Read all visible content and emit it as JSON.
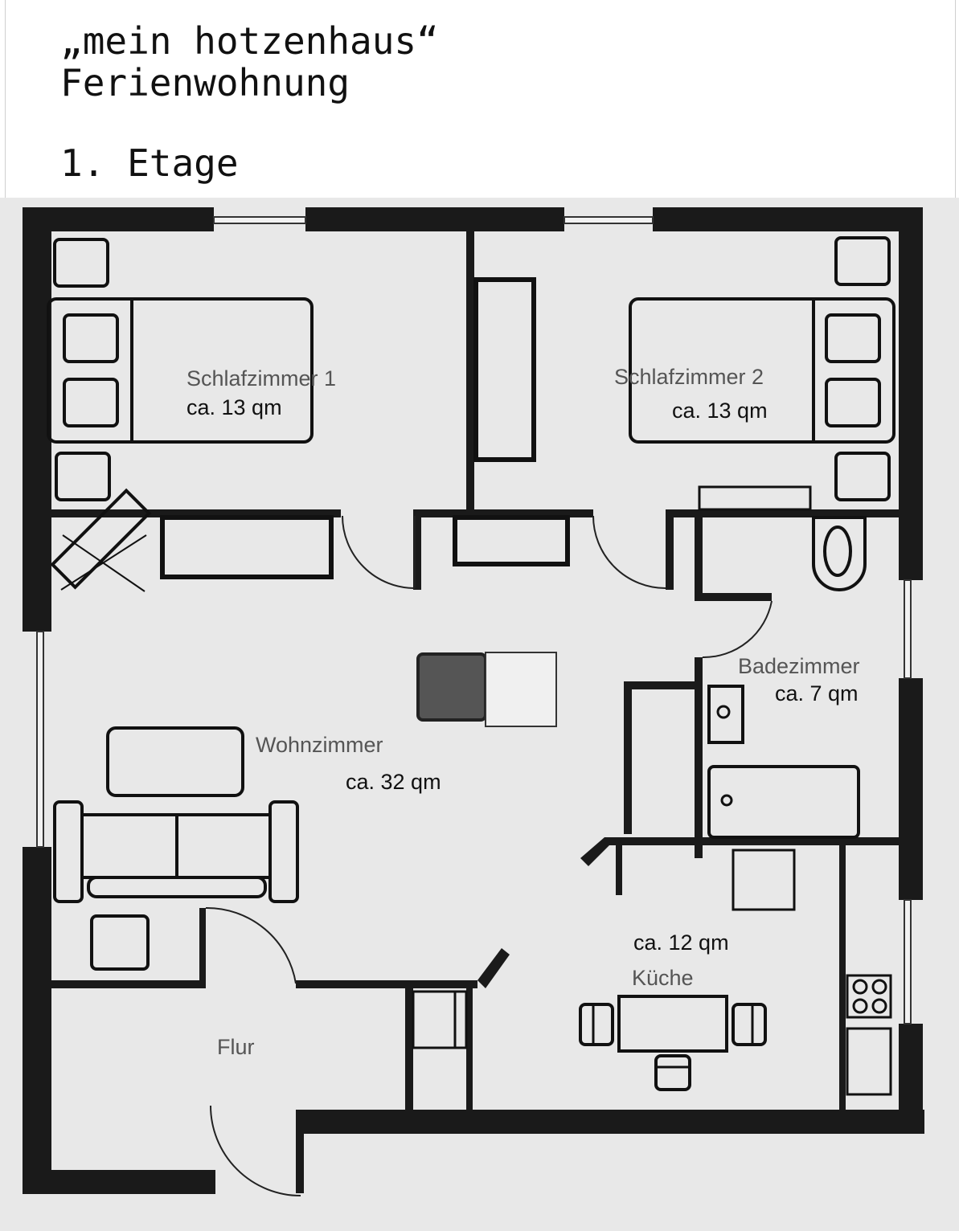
{
  "header": {
    "title_line1": "„mein hotzenhaus“",
    "title_line2": "Ferienwohnung",
    "floor": "1. Etage"
  },
  "rooms": {
    "bedroom1": {
      "name": "Schlafzimmer 1",
      "area": "ca. 13 qm"
    },
    "bedroom2": {
      "name": "Schlafzimmer 2",
      "area": "ca. 13 qm"
    },
    "bathroom": {
      "name": "Badezimmer",
      "area": "ca. 7 qm"
    },
    "living": {
      "name": "Wohnzimmer",
      "area": "ca. 32 qm"
    },
    "kitchen": {
      "name": "Küche",
      "area": "ca. 12 qm"
    },
    "hall": {
      "name": "Flur"
    }
  },
  "colors": {
    "wall": "#1a1a1a",
    "floor": "#e8e8e8",
    "furniture_dark": "#555555"
  }
}
